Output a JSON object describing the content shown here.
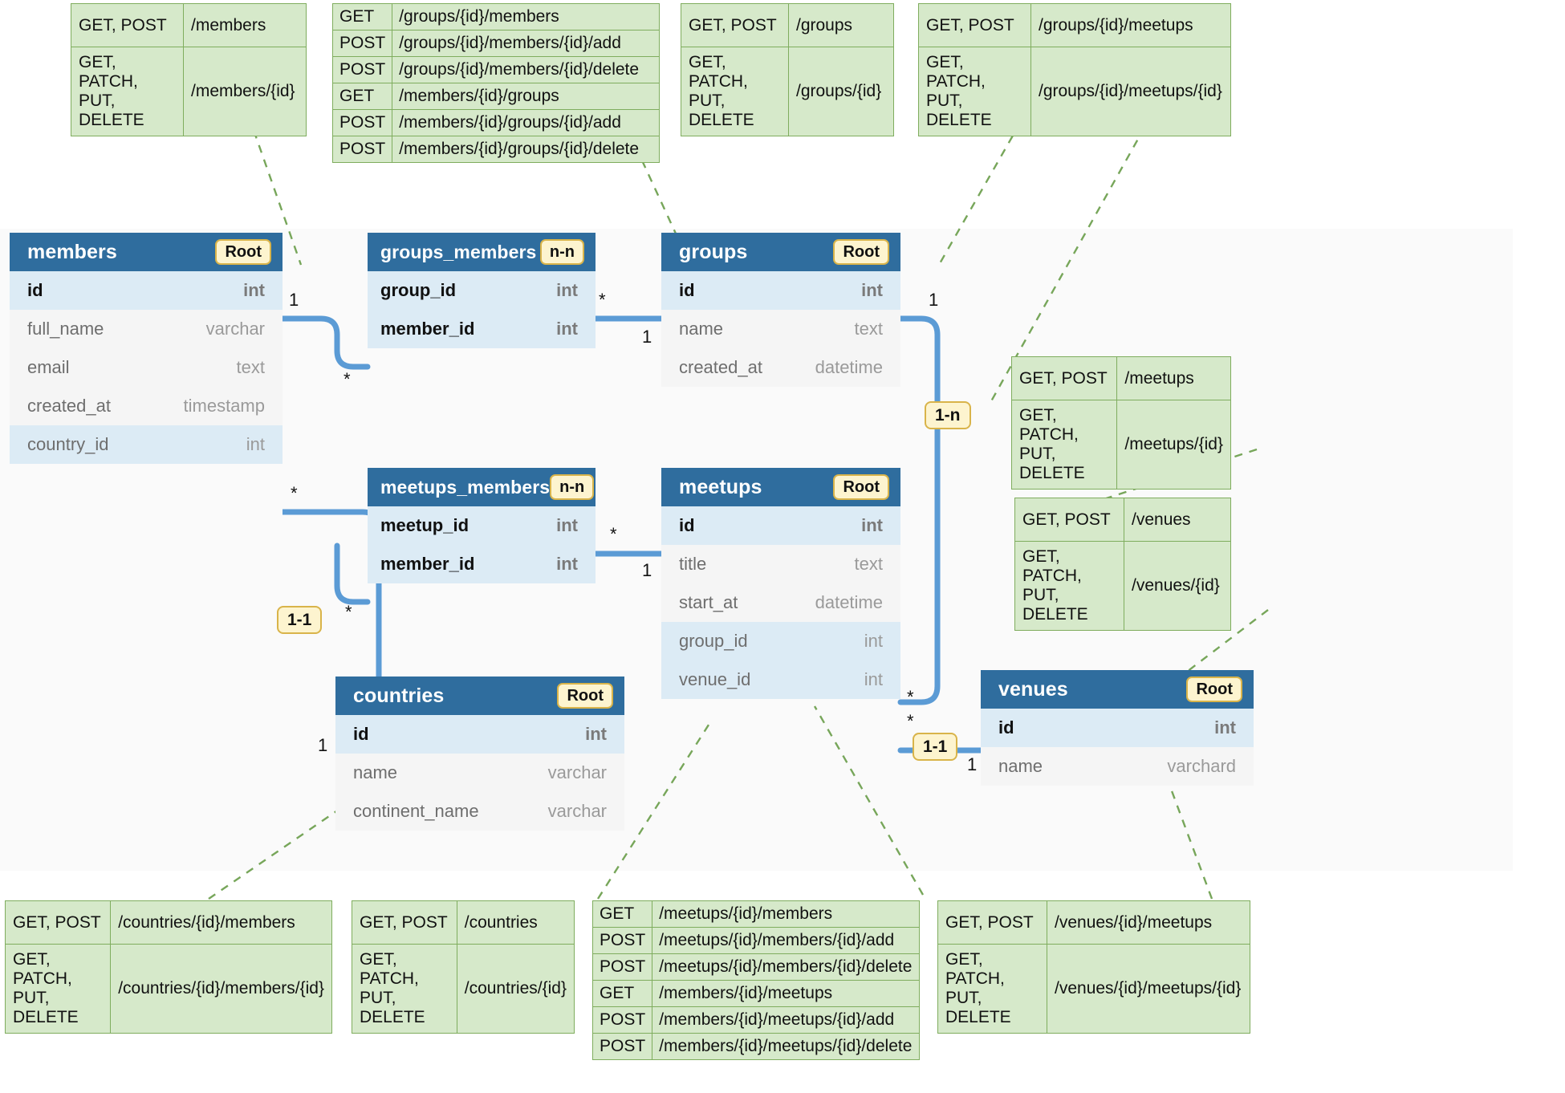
{
  "diagram": {
    "title": "Meetup database schema with REST API endpoints",
    "colors": {
      "entity_header_bg": "#2f6d9e",
      "key_row_bg": "#dcebf5",
      "plain_row_bg": "#f5f5f5",
      "badge_bg": "#fdf4cf",
      "badge_border": "#d9b44a",
      "api_bg": "#d6e9ca",
      "api_border": "#7fad5e",
      "connector": "#5b9bd5",
      "leader_line": "#77a65a",
      "canvas_bg": "#fafafa"
    }
  },
  "entities": [
    {
      "id": "members",
      "name": "members",
      "badge": "Root",
      "fields": [
        {
          "name": "id",
          "type": "int",
          "key": true
        },
        {
          "name": "full_name",
          "type": "varchar",
          "key": false
        },
        {
          "name": "email",
          "type": "text",
          "key": false
        },
        {
          "name": "created_at",
          "type": "timestamp",
          "key": false
        },
        {
          "name": "country_id",
          "type": "int",
          "key": true
        }
      ]
    },
    {
      "id": "groups_members",
      "name": "groups_members",
      "badge": "n-n",
      "fields": [
        {
          "name": "group_id",
          "type": "int",
          "key": true
        },
        {
          "name": "member_id",
          "type": "int",
          "key": true
        }
      ]
    },
    {
      "id": "groups",
      "name": "groups",
      "badge": "Root",
      "fields": [
        {
          "name": "id",
          "type": "int",
          "key": true
        },
        {
          "name": "name",
          "type": "text",
          "key": false
        },
        {
          "name": "created_at",
          "type": "datetime",
          "key": false
        }
      ]
    },
    {
      "id": "meetups_members",
      "name": "meetups_members",
      "badge": "n-n",
      "fields": [
        {
          "name": "meetup_id",
          "type": "int",
          "key": true
        },
        {
          "name": "member_id",
          "type": "int",
          "key": true
        }
      ]
    },
    {
      "id": "meetups",
      "name": "meetups",
      "badge": "Root",
      "fields": [
        {
          "name": "id",
          "type": "int",
          "key": true
        },
        {
          "name": "title",
          "type": "text",
          "key": false
        },
        {
          "name": "start_at",
          "type": "datetime",
          "key": false
        },
        {
          "name": "group_id",
          "type": "int",
          "key": true
        },
        {
          "name": "venue_id",
          "type": "int",
          "key": true
        }
      ]
    },
    {
      "id": "countries",
      "name": "countries",
      "badge": "Root",
      "fields": [
        {
          "name": "id",
          "type": "int",
          "key": true
        },
        {
          "name": "name",
          "type": "varchar",
          "key": false
        },
        {
          "name": "continent_name",
          "type": "varchar",
          "key": false
        }
      ]
    },
    {
      "id": "venues",
      "name": "venues",
      "badge": "Root",
      "fields": [
        {
          "name": "id",
          "type": "int",
          "key": true
        },
        {
          "name": "name",
          "type": "varchard",
          "key": false
        }
      ]
    }
  ],
  "relationship_pills": [
    {
      "id": "rel-groups-meetups",
      "label": "1-n"
    },
    {
      "id": "rel-members-countries",
      "label": "1-1"
    },
    {
      "id": "rel-meetups-venues",
      "label": "1-1"
    }
  ],
  "cardinalities": [
    {
      "id": "c1",
      "label": "1"
    },
    {
      "id": "c2",
      "label": "*"
    },
    {
      "id": "c3",
      "label": "*"
    },
    {
      "id": "c4",
      "label": "1"
    },
    {
      "id": "c5",
      "label": "*"
    },
    {
      "id": "c6",
      "label": "*"
    },
    {
      "id": "c7",
      "label": "*"
    },
    {
      "id": "c8",
      "label": "1"
    },
    {
      "id": "c9",
      "label": "1"
    },
    {
      "id": "c10",
      "label": "1"
    },
    {
      "id": "c11",
      "label": "*"
    },
    {
      "id": "c12",
      "label": "*"
    },
    {
      "id": "c13",
      "label": "1"
    },
    {
      "id": "c14",
      "label": "1"
    }
  ],
  "api_tables": [
    {
      "id": "api-members",
      "rows": [
        {
          "verb": "GET, POST",
          "path": "/members"
        },
        {
          "verb": "GET, PATCH,\nPUT, DELETE",
          "path": "/members/{id}"
        }
      ]
    },
    {
      "id": "api-groups-members",
      "rows": [
        {
          "verb": "GET",
          "path": "/groups/{id}/members"
        },
        {
          "verb": "POST",
          "path": "/groups/{id}/members/{id}/add"
        },
        {
          "verb": "POST",
          "path": "/groups/{id}/members/{id}/delete"
        },
        {
          "verb": "GET",
          "path": "/members/{id}/groups"
        },
        {
          "verb": "POST",
          "path": "/members/{id}/groups/{id}/add"
        },
        {
          "verb": "POST",
          "path": "/members/{id}/groups/{id}/delete"
        }
      ]
    },
    {
      "id": "api-groups",
      "rows": [
        {
          "verb": "GET, POST",
          "path": "/groups"
        },
        {
          "verb": "GET, PATCH,\nPUT, DELETE",
          "path": "/groups/{id}"
        }
      ]
    },
    {
      "id": "api-groups-meetups",
      "rows": [
        {
          "verb": "GET, POST",
          "path": "/groups/{id}/meetups"
        },
        {
          "verb": "GET, PATCH,\nPUT, DELETE",
          "path": "/groups/{id}/meetups/{id}"
        }
      ]
    },
    {
      "id": "api-meetups",
      "rows": [
        {
          "verb": "GET, POST",
          "path": "/meetups"
        },
        {
          "verb": "GET, PATCH,\nPUT, DELETE",
          "path": "/meetups/{id}"
        }
      ]
    },
    {
      "id": "api-venues",
      "rows": [
        {
          "verb": "GET, POST",
          "path": "/venues"
        },
        {
          "verb": "GET, PATCH,\nPUT, DELETE",
          "path": "/venues/{id}"
        }
      ]
    },
    {
      "id": "api-countries-members",
      "rows": [
        {
          "verb": "GET, POST",
          "path": "/countries/{id}/members"
        },
        {
          "verb": "GET, PATCH,\nPUT, DELETE",
          "path": "/countries/{id}/members/{id}"
        }
      ]
    },
    {
      "id": "api-countries",
      "rows": [
        {
          "verb": "GET, POST",
          "path": "/countries"
        },
        {
          "verb": "GET, PATCH,\nPUT, DELETE",
          "path": "/countries/{id}"
        }
      ]
    },
    {
      "id": "api-meetups-members",
      "rows": [
        {
          "verb": "GET",
          "path": "/meetups/{id}/members"
        },
        {
          "verb": "POST",
          "path": "/meetups/{id}/members/{id}/add"
        },
        {
          "verb": "POST",
          "path": "/meetups/{id}/members/{id}/delete"
        },
        {
          "verb": "GET",
          "path": "/members/{id}/meetups"
        },
        {
          "verb": "POST",
          "path": "/members/{id}/meetups/{id}/add"
        },
        {
          "verb": "POST",
          "path": "/members/{id}/meetups/{id}/delete"
        }
      ]
    },
    {
      "id": "api-venues-meetups",
      "rows": [
        {
          "verb": "GET, POST",
          "path": "/venues/{id}/meetups"
        },
        {
          "verb": "GET, PATCH,\nPUT, DELETE",
          "path": "/venues/{id}/meetups/{id}"
        }
      ]
    }
  ]
}
